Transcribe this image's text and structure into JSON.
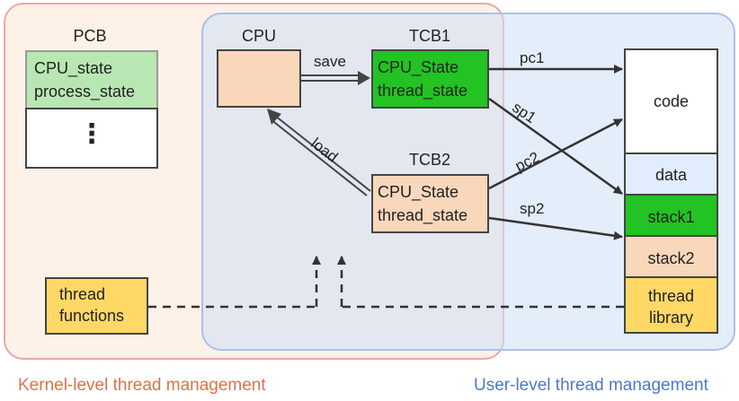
{
  "regions": {
    "kernel_caption": "Kernel-level thread management",
    "user_caption": "User-level thread management",
    "kernel_color": "#d8734a",
    "user_color": "#4f78c9"
  },
  "pcb": {
    "title": "PCB",
    "line1": "CPU_state",
    "line2": "process_state",
    "ellipsis": "⋮"
  },
  "cpu": {
    "title": "CPU"
  },
  "tcb1": {
    "title": "TCB1",
    "line1": "CPU_State",
    "line2": "thread_state"
  },
  "tcb2": {
    "title": "TCB2",
    "line1": "CPU_State",
    "line2": "thread_state"
  },
  "arrows": {
    "save": "save",
    "load": "load",
    "pc1": "pc1",
    "sp1": "sp1",
    "pc2": "pc2",
    "sp2": "sp2"
  },
  "memory": {
    "code": "code",
    "data": "data",
    "stack1": "stack1",
    "stack2": "stack2",
    "library": "thread\nlibrary"
  },
  "thread_functions": "thread\nfunctions"
}
